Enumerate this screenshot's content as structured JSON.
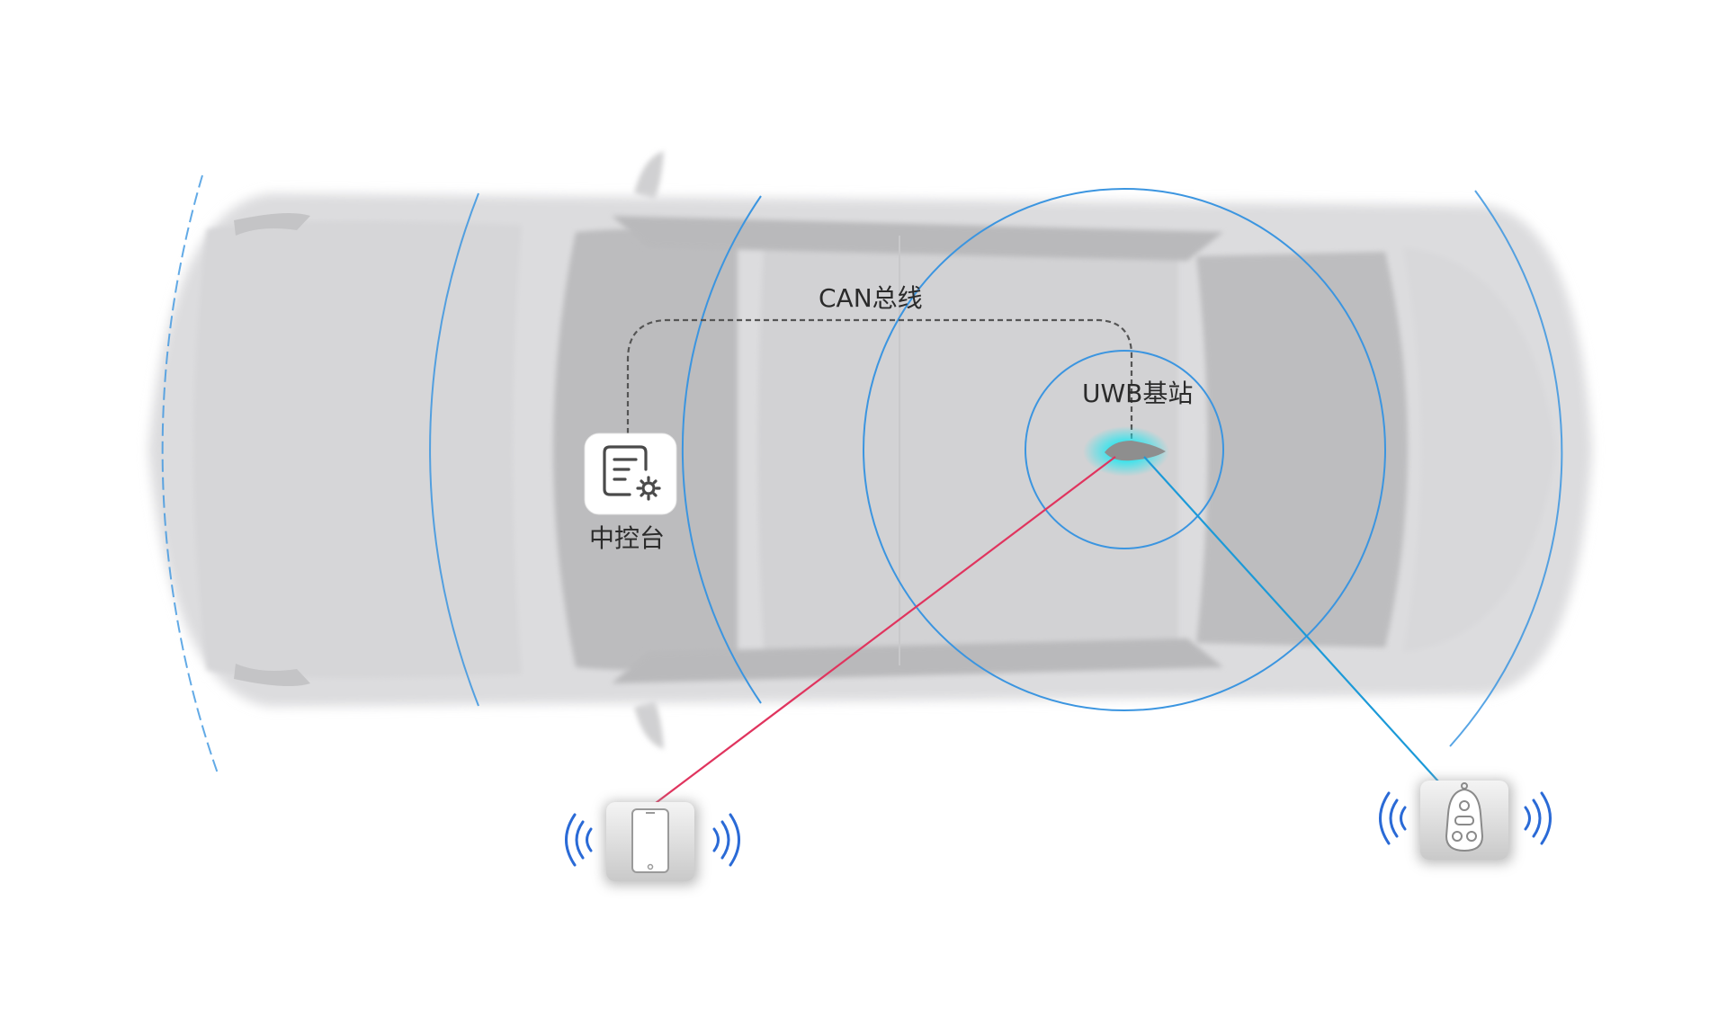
{
  "labels": {
    "can_bus": "CAN总线",
    "uwb_station": "UWB基站",
    "console": "中控台"
  },
  "icons": {
    "console": "console-settings-icon",
    "phone": "smartphone-icon",
    "key_fob": "car-key-fob-icon",
    "signal": "signal-waves-icon",
    "car": "car-top-view-icon",
    "uwb": "uwb-antenna-icon"
  },
  "colors": {
    "ring_blue": "#3b95e0",
    "phone_link": "#e0345e",
    "fob_link": "#1c9ad8",
    "uwb_glow": "#22e6f0",
    "can_line": "#555555",
    "car_body": "#dcdcde"
  }
}
